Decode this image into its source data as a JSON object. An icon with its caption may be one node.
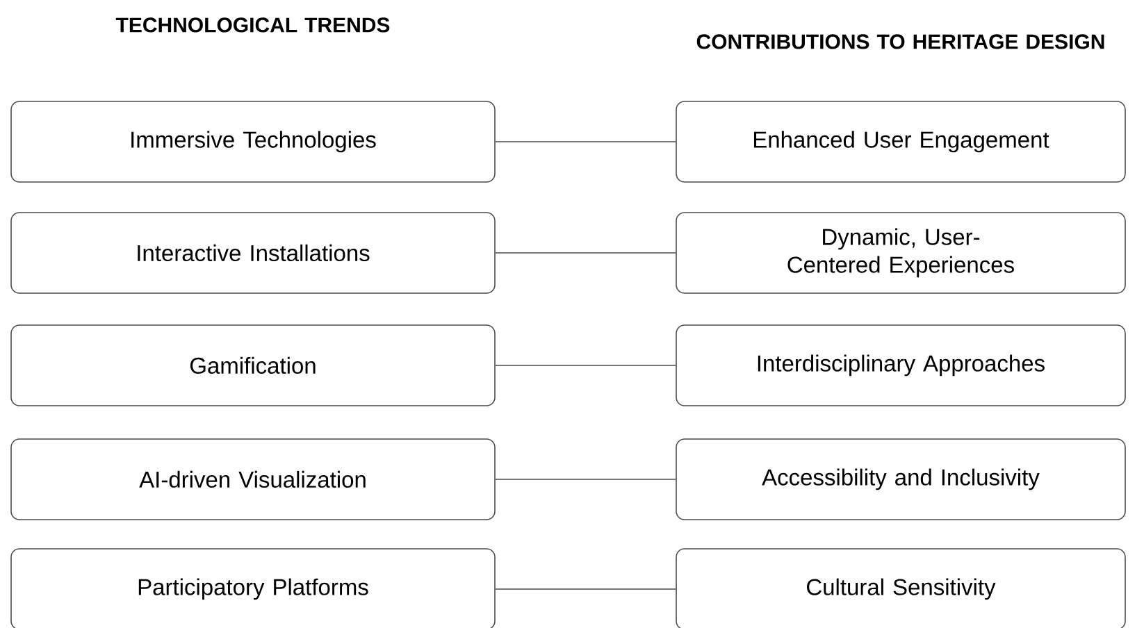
{
  "diagram": {
    "nodes": [
      {
        "text": [
          "Immersive Technologies"
        ]
      },
      {
        "text": [
          "Enhanced User Engagement"
        ]
      },
      {
        "text": [
          "Interactive Installations"
        ]
      },
      {
        "text": [
          "Dynamic, User-Centered Experiences"
        ]
      },
      {
        "text": [
          "Gamification"
        ]
      },
      {
        "text": [
          "Interdisciplinary Approaches"
        ]
      },
      {
        "text": [
          "AI-driven Visualization"
        ]
      },
      {
        "text": [
          "Accessibility and Inclusivity"
        ]
      },
      {
        "text": [
          "Participatory Platforms"
        ]
      },
      {
        "text": [
          "Cultural Sensitivity"
        ]
      }
    ],
    "edges": [
      {
        "from": 0,
        "to": 1,
        "arrow": "none"
      },
      {
        "from": 2,
        "to": 3,
        "arrow": "none"
      },
      {
        "from": 4,
        "to": 5,
        "arrow": "none"
      },
      {
        "from": 6,
        "to": 7,
        "arrow": "none"
      },
      {
        "from": 8,
        "to": 9,
        "arrow": "none"
      }
    ],
    "labels": [
      "TECHNOLOGICAL TRENDS",
      "CONTRIBUTIONS TO HERITAGE DESIGN"
    ]
  }
}
